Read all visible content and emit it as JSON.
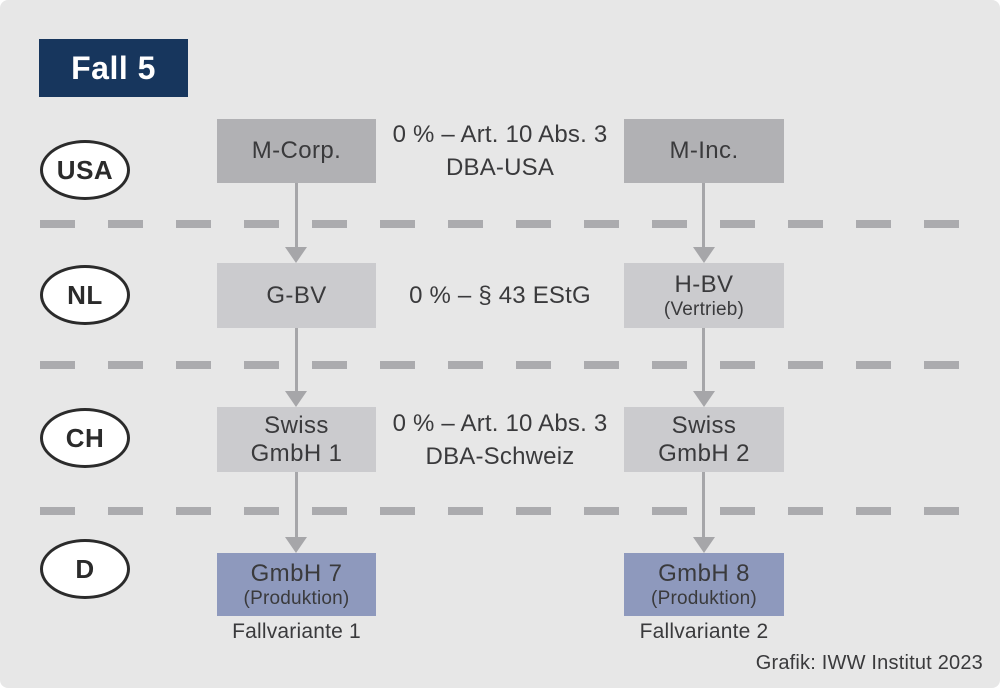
{
  "title_badge": "Fall 5",
  "colors": {
    "background": "#e7e7e7",
    "badge_navy": "#17365d",
    "box_gray_dark": "#b1b1b4",
    "box_gray_light": "#cbcbce",
    "box_blue": "#8e99bd",
    "dash_gray": "#ababae",
    "arrow_gray": "#a6a6a9",
    "text_dark": "#3a3a3c"
  },
  "jurisdictions": {
    "usa": "USA",
    "nl": "NL",
    "ch": "CH",
    "d": "D"
  },
  "entities": {
    "m_corp": {
      "name": "M-Corp."
    },
    "m_inc": {
      "name": "M-Inc."
    },
    "g_bv": {
      "name": "G-BV"
    },
    "h_bv": {
      "name": "H-BV",
      "sub": "(Vertrieb)"
    },
    "swiss1": {
      "line1": "Swiss",
      "line2": "GmbH 1"
    },
    "swiss2": {
      "line1": "Swiss",
      "line2": "GmbH 2"
    },
    "gmbh7": {
      "name": "GmbH 7",
      "sub": "(Produktion)"
    },
    "gmbh8": {
      "name": "GmbH 8",
      "sub": "(Produktion)"
    }
  },
  "notes": {
    "usa_nl": {
      "line1": "0 % – Art. 10 Abs. 3",
      "line2": "DBA-USA"
    },
    "nl_ch": {
      "line1": "0 % – § 43 EStG"
    },
    "ch_d": {
      "line1": "0 % – Art. 10 Abs. 3",
      "line2": "DBA-Schweiz"
    }
  },
  "variants": {
    "v1": "Fallvariante 1",
    "v2": "Fallvariante 2"
  },
  "credit": "Grafik: IWW Institut 2023"
}
